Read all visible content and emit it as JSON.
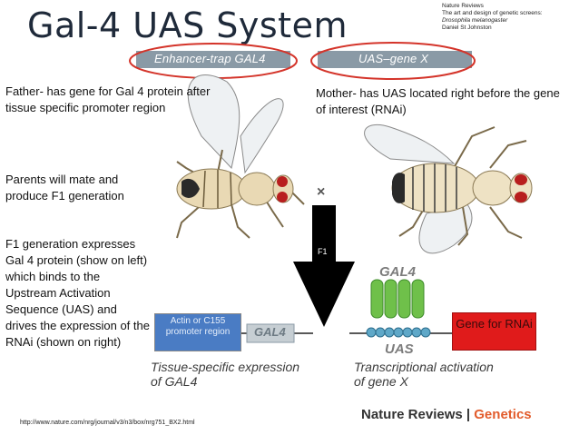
{
  "title": "Gal-4 UAS System",
  "reference": {
    "line1": "Nature Reviews",
    "line2": "The art and design of genetic screens:",
    "line3": "Drosophila melanogaster",
    "line4": "Daniel St Johnston"
  },
  "headers": {
    "left": "Enhancer-trap GAL4",
    "right": "UAS–gene X"
  },
  "text": {
    "father": "Father- has gene for Gal 4 protein after tissue specific promoter region",
    "mother": "Mother- has UAS located right before the gene of interest (RNAi)",
    "parents": "Parents will mate and produce F1 generation",
    "f1_expression": "F1 generation expresses Gal 4 protein (show on left) which binds to the Upstream Activation Sequence (UAS) and drives the expression of the RNAi (shown on right)"
  },
  "diagram": {
    "cross_symbol": "×",
    "f1_label": "F1",
    "promoter_box": "Actin or C155 promoter region",
    "gal4_gene_label": "GAL4",
    "gal4_protein_label": "GAL4",
    "uas_label": "UAS",
    "gene_box": "Gene for RNAi",
    "caption_left_1": "Tissue-specific expression",
    "caption_left_2": "of GAL4",
    "caption_right_1": "Transcriptional activation",
    "caption_right_2": "of gene X"
  },
  "footer": {
    "url": "http://www.nature.com/nrg/journal/v3/n3/box/nrg751_BX2.html",
    "brand_main": "Nature Reviews",
    "brand_sep": " | ",
    "brand_accent": "Genetics"
  },
  "colors": {
    "promoter_box": "#4a7cc4",
    "gene_box": "#e01b1b",
    "arrow": "#000000",
    "circle_outline": "#d4342a",
    "gal4_protein": "#6fc04a",
    "uas_beads": "#5fa8c8"
  }
}
